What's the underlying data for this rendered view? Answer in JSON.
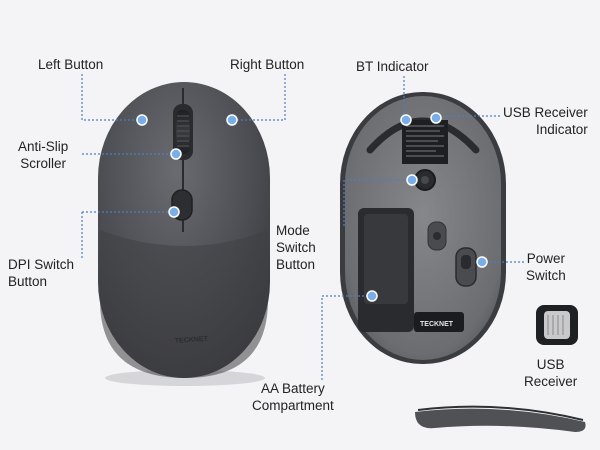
{
  "labels": {
    "left_button": "Left Button",
    "right_button": "Right Button",
    "anti_slip_1": "Anti-Slip",
    "anti_slip_2": "Scroller",
    "dpi_1": "DPI Switch",
    "dpi_2": "Button",
    "bt_indicator": "BT Indicator",
    "usb_ind_1": "USB Receiver",
    "usb_ind_2": "Indicator",
    "mode_1": "Mode",
    "mode_2": "Switch",
    "mode_3": "Button",
    "power_1": "Power",
    "power_2": "Switch",
    "usb_recv_1": "USB",
    "usb_recv_2": "Receiver",
    "aa_1": "AA Battery",
    "aa_2": "Compartment"
  },
  "brand": {
    "top_logo": "TECKNET",
    "bottom_logo": "TECKNET"
  },
  "colors": {
    "callout": "#4a7fc1",
    "dot": "#6fa3e0",
    "mouse_dark": "#4b4c50",
    "mouse_bottom": "#6d6e72"
  }
}
